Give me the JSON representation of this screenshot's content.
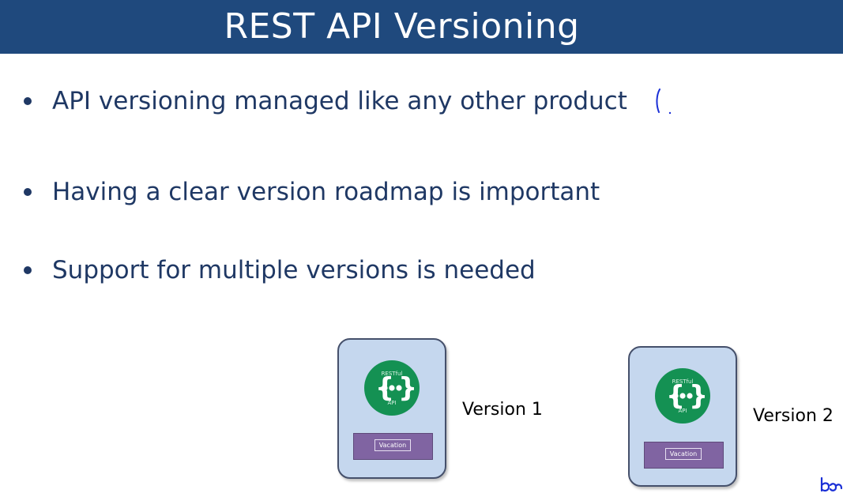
{
  "slide": {
    "title": "REST API Versioning",
    "bullets": [
      "API versioning managed like any other product",
      "Having a clear version roadmap is important",
      "Support for multiple versions is needed"
    ]
  },
  "apis": [
    {
      "badge_top": "RESTful",
      "badge_bottom": "API",
      "resource": "Vacation",
      "version": "Version 1"
    },
    {
      "badge_top": "RESTful",
      "badge_bottom": "API",
      "resource": "Vacation",
      "version": "Version 2"
    }
  ],
  "colors": {
    "title_bar": "#1f497d",
    "bullet_text": "#1f3864",
    "card_fill": "#c5d7ee",
    "badge_green": "#149153",
    "resource_purple": "#8064a2",
    "ink_blue": "#1a2fd6"
  },
  "icons": [
    "restful-api-badge-icon",
    "curly-braces-icon",
    "pen-annotation-icon"
  ]
}
